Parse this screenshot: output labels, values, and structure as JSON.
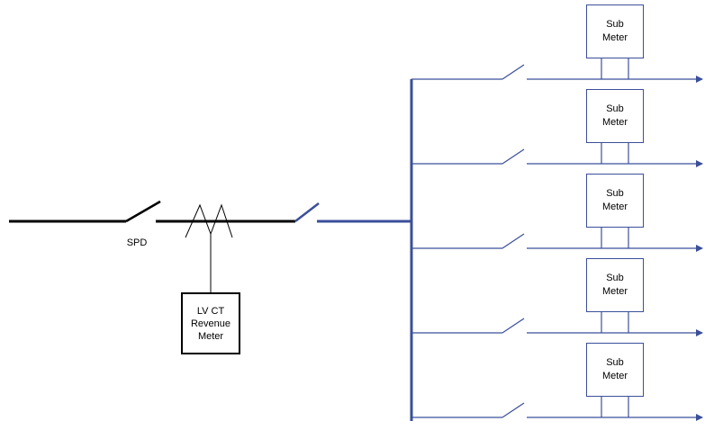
{
  "labels": {
    "spd": "SPD",
    "revenue_meter_lines": [
      "LV CT",
      "Revenue",
      "Meter"
    ],
    "submeter_lines": [
      "Sub",
      "Meter"
    ]
  },
  "feeders": [
    {
      "submeter": [
        "Sub",
        "Meter"
      ]
    },
    {
      "submeter": [
        "Sub",
        "Meter"
      ]
    },
    {
      "submeter": [
        "Sub",
        "Meter"
      ]
    },
    {
      "submeter": [
        "Sub",
        "Meter"
      ]
    },
    {
      "submeter": [
        "Sub",
        "Meter"
      ]
    }
  ],
  "colors": {
    "main_line": "#000000",
    "bus": "#3b4f9a",
    "feeder": "#3b4f9a"
  }
}
